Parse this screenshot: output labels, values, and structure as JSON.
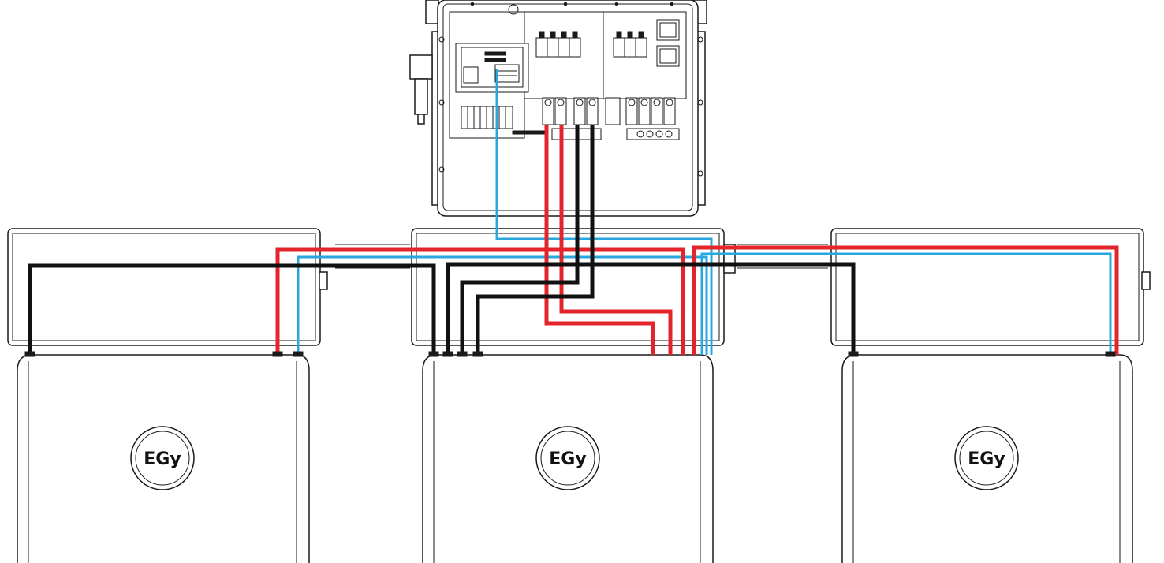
{
  "diagram": {
    "colors": {
      "positive": "#e3242b",
      "negative": "#111111",
      "communication": "#29a8df",
      "outline": "#1a1a1a"
    },
    "logos": [
      {
        "text": "EGy"
      },
      {
        "text": "EGy"
      },
      {
        "text": "EGy"
      }
    ]
  }
}
